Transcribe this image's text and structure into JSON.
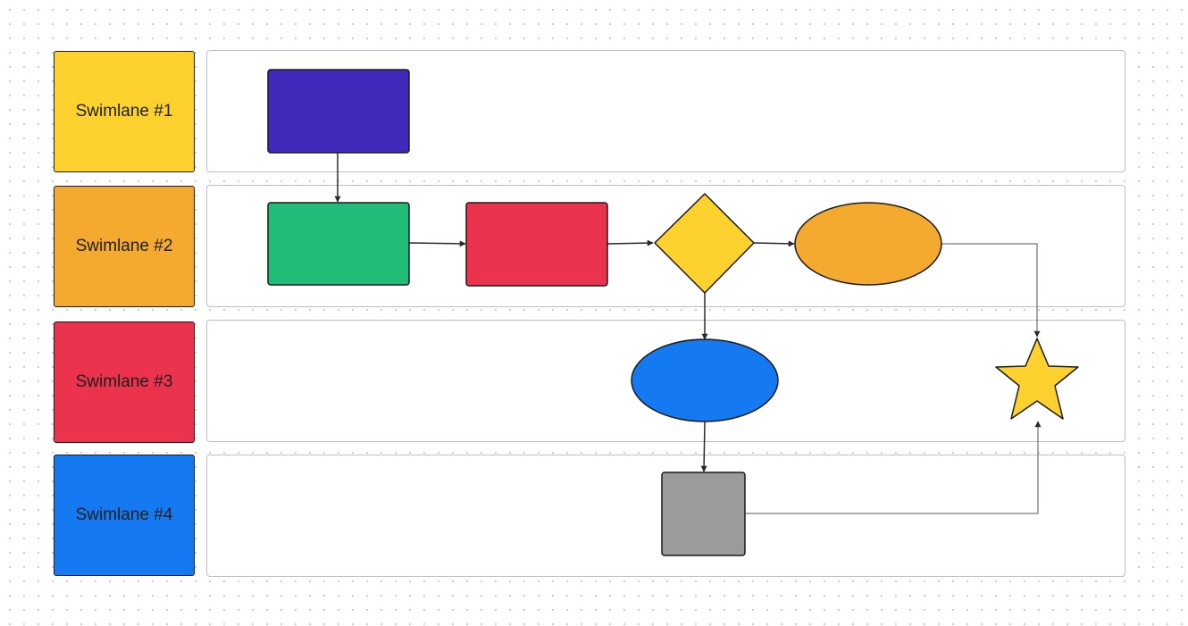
{
  "lanes": [
    {
      "label": "Swimlane #1",
      "color": "#fdd12e"
    },
    {
      "label": "Swimlane #2",
      "color": "#f4a92f"
    },
    {
      "label": "Swimlane #3",
      "color": "#ec334d"
    },
    {
      "label": "Swimlane #4",
      "color": "#1579f2"
    }
  ],
  "shapes": {
    "indigo_rect": "#3f28ba",
    "green_rect": "#21bc78",
    "red_rect": "#ec334d",
    "yellow_diamond": "#fdd12e",
    "orange_ellipse": "#f4a92f",
    "blue_ellipse": "#1579f2",
    "gray_square": "#9b9b9b",
    "yellow_star": "#fdd12e"
  },
  "connector_color": "#2a2a2a"
}
